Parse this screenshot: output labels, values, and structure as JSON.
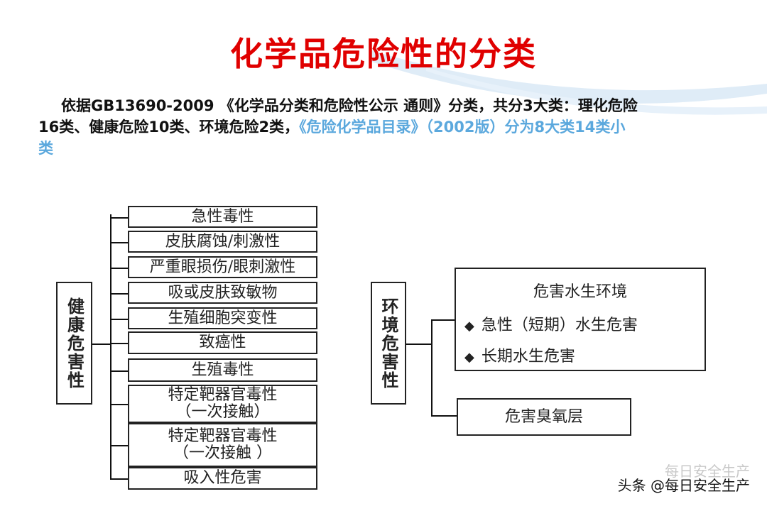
{
  "title": "化学品危险性的分类",
  "intro": {
    "line1": "依据GB13690-2009 《化学品分类和危险性公示 通则》分类，共分3大类：理化危险",
    "line2_black": "16类、健康危险10类、环境危险2类，",
    "line2_blue": "《危险化学品目录》（2002版）分为8大类14类小",
    "line3_blue": "类"
  },
  "health": {
    "label": "健康危害性",
    "items": [
      {
        "text": "急性毒性"
      },
      {
        "text": "皮肤腐蚀/刺激性"
      },
      {
        "text": "严重眼损伤/眼刺激性"
      },
      {
        "text": "吸或皮肤致敏物"
      },
      {
        "text": "生殖细胞突变性"
      },
      {
        "text": "致癌性"
      },
      {
        "text": "生殖毒性"
      },
      {
        "text": "特定靶器官毒性",
        "sub": "（一次接触）"
      },
      {
        "text": "特定靶器官毒性",
        "sub": "（一次接触 ）"
      },
      {
        "text": "吸入性危害"
      }
    ]
  },
  "environment": {
    "label": "环境危害性",
    "aquatic_title": "危害水生环境",
    "aquatic_items": [
      "急性（短期）水生危害",
      "长期水生危害"
    ],
    "ozone": "危害臭氧层"
  },
  "watermark": {
    "main": "头条 @每日安全生产",
    "faint": "每日安全生产"
  },
  "colors": {
    "title": "#e00000",
    "highlight": "#5ba8dd",
    "swoosh": "#dbeaf6"
  }
}
